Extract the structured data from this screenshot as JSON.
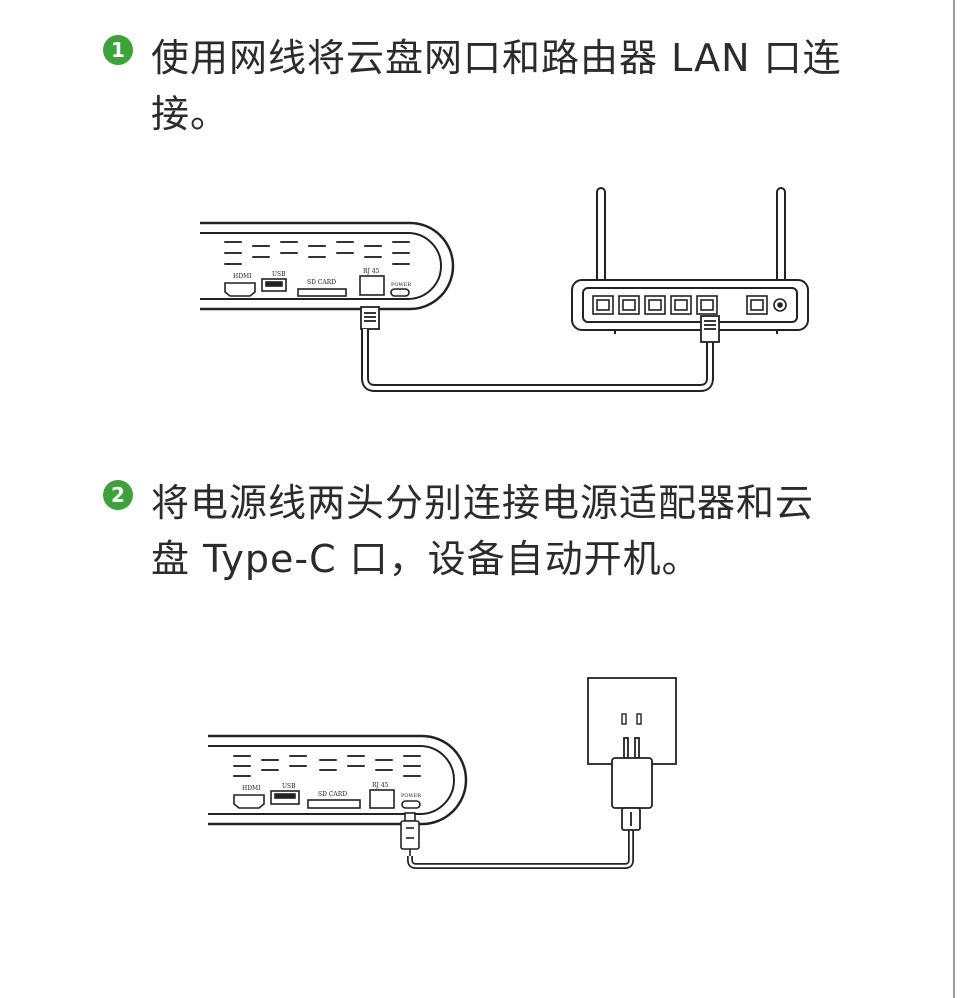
{
  "steps": [
    {
      "number": "1",
      "text": "使用网线将云盘网口和路由器 LAN 口连接。"
    },
    {
      "number": "2",
      "text": "将电源线两头分别连接电源适配器和云盘 Type-C 口，设备自动开机。"
    }
  ],
  "device_ports": {
    "hdmi": "HDMI",
    "usb": "USB",
    "sd": "SD CARD",
    "rj45": "RJ 45",
    "power": "POWER"
  }
}
